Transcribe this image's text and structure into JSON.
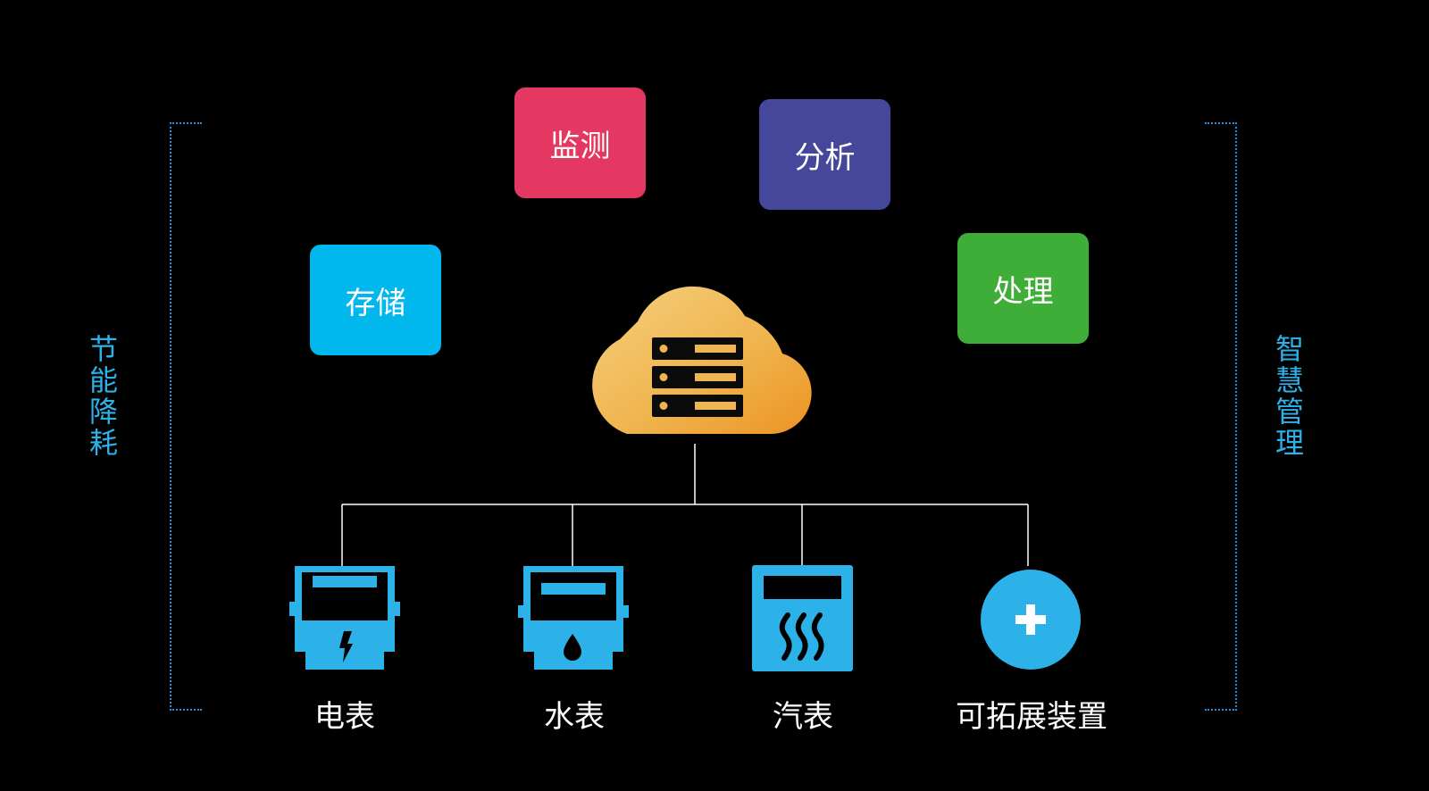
{
  "colors": {
    "background": "#000000",
    "accent_blue": "#2cb2e8",
    "bracket_blue": "#2a8fd6",
    "monitor_red": "#e43762",
    "analyze_indigo": "#45479b",
    "storage_cyan": "#00b8ee",
    "process_green": "#3fae39",
    "cloud_light": "#f5cf7c",
    "cloud_dark": "#ec9422"
  },
  "side_labels": {
    "left": "节能降耗",
    "right": "智慧管理"
  },
  "functions": [
    {
      "label": "监测",
      "color": "#e43762"
    },
    {
      "label": "分析",
      "color": "#45479b"
    },
    {
      "label": "存储",
      "color": "#00b8ee"
    },
    {
      "label": "处理",
      "color": "#3fae39"
    }
  ],
  "center": {
    "icon": "cloud-server-icon"
  },
  "devices": [
    {
      "label": "电表",
      "icon": "electric-meter-icon"
    },
    {
      "label": "水表",
      "icon": "water-meter-icon"
    },
    {
      "label": "汽表",
      "icon": "steam-meter-icon"
    },
    {
      "label": "可拓展装置",
      "icon": "plus-circle-icon"
    }
  ]
}
